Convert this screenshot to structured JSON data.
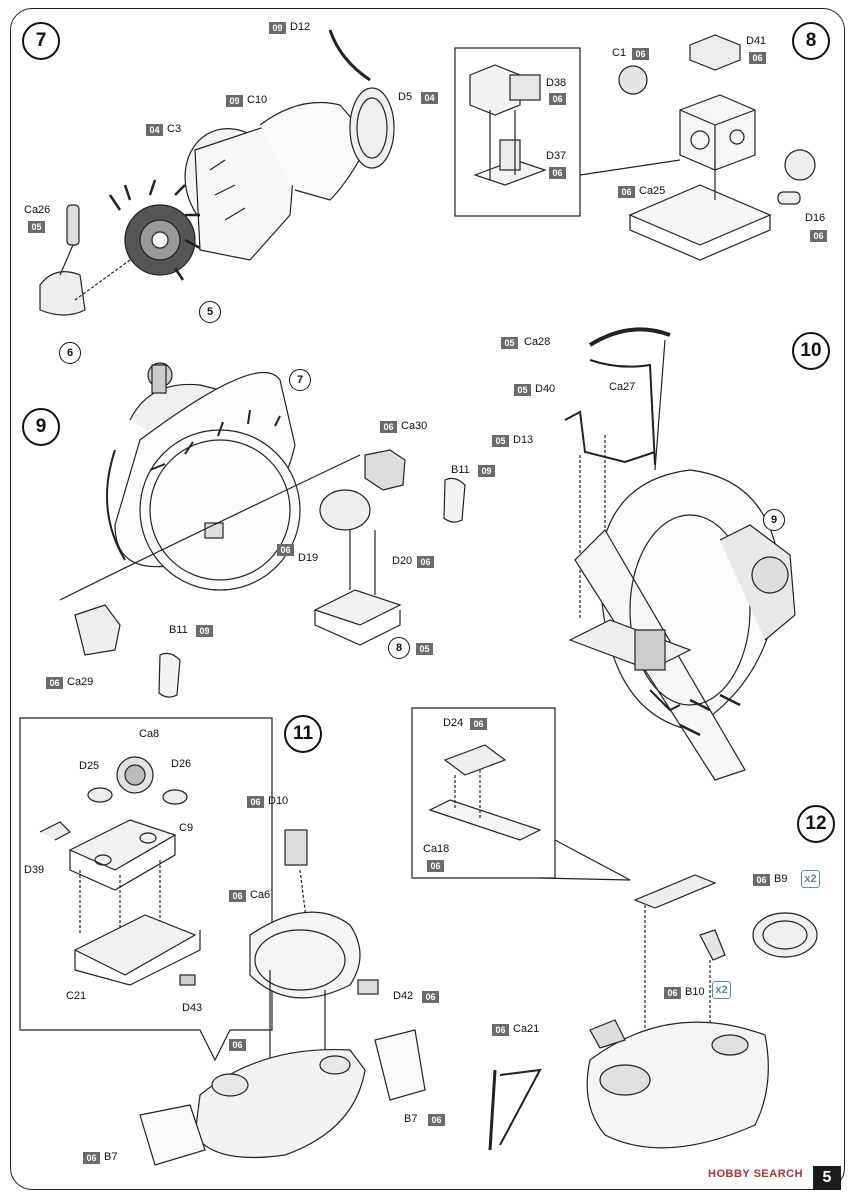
{
  "page": {
    "number": "5",
    "watermark": "HOBBY SEARCH"
  },
  "steps": [
    "7",
    "8",
    "9",
    "10",
    "11",
    "12"
  ],
  "subassemblies": [
    "5",
    "6",
    "7",
    "8",
    "9"
  ],
  "multiplier": "x2",
  "parts": [
    {
      "id": "d12",
      "code": "09",
      "label": "D12"
    },
    {
      "id": "c10",
      "code": "09",
      "label": "C10"
    },
    {
      "id": "d5",
      "code": "04",
      "label": "D5"
    },
    {
      "id": "c3",
      "code": "04",
      "label": "C3"
    },
    {
      "id": "ca26",
      "code": "05",
      "label": "Ca26"
    },
    {
      "id": "d38",
      "code": "06",
      "label": "D38"
    },
    {
      "id": "d37",
      "code": "06",
      "label": "D37"
    },
    {
      "id": "c1",
      "code": "06",
      "label": "C1"
    },
    {
      "id": "d41",
      "code": "06",
      "label": "D41"
    },
    {
      "id": "ca25",
      "code": "06",
      "label": "Ca25"
    },
    {
      "id": "d16",
      "code": "06",
      "label": "D16"
    },
    {
      "id": "ca28",
      "code": "05",
      "label": "Ca28"
    },
    {
      "id": "d40",
      "code": "05",
      "label": "D40"
    },
    {
      "id": "ca27",
      "code": "",
      "label": "Ca27"
    },
    {
      "id": "d13",
      "code": "05",
      "label": "D13"
    },
    {
      "id": "ca30",
      "code": "06",
      "label": "Ca30"
    },
    {
      "id": "b11a",
      "code": "09",
      "label": "B11"
    },
    {
      "id": "d19",
      "code": "06",
      "label": "D19"
    },
    {
      "id": "d20",
      "code": "06",
      "label": "D20"
    },
    {
      "id": "ca29",
      "code": "06",
      "label": "Ca29"
    },
    {
      "id": "b11b",
      "code": "09",
      "label": "B11"
    },
    {
      "id": "step8code",
      "code": "05",
      "label": ""
    },
    {
      "id": "d24",
      "code": "06",
      "label": "D24"
    },
    {
      "id": "ca18",
      "code": "06",
      "label": "Ca18"
    },
    {
      "id": "ca8",
      "code": "",
      "label": "Ca8"
    },
    {
      "id": "d25",
      "code": "",
      "label": "D25"
    },
    {
      "id": "d26",
      "code": "",
      "label": "D26"
    },
    {
      "id": "c9",
      "code": "",
      "label": "C9"
    },
    {
      "id": "d39",
      "code": "",
      "label": "D39"
    },
    {
      "id": "c21",
      "code": "",
      "label": "C21"
    },
    {
      "id": "d43",
      "code": "",
      "label": "D43"
    },
    {
      "id": "d10",
      "code": "06",
      "label": "D10"
    },
    {
      "id": "ca6",
      "code": "06",
      "label": "Ca6"
    },
    {
      "id": "d42",
      "code": "06",
      "label": "D42"
    },
    {
      "id": "body11",
      "code": "06",
      "label": ""
    },
    {
      "id": "b7a",
      "code": "06",
      "label": "B7"
    },
    {
      "id": "b7b",
      "code": "06",
      "label": "B7"
    },
    {
      "id": "b9",
      "code": "06",
      "label": "B9"
    },
    {
      "id": "b10",
      "code": "06",
      "label": "B10"
    },
    {
      "id": "ca21",
      "code": "06",
      "label": "Ca21"
    }
  ]
}
